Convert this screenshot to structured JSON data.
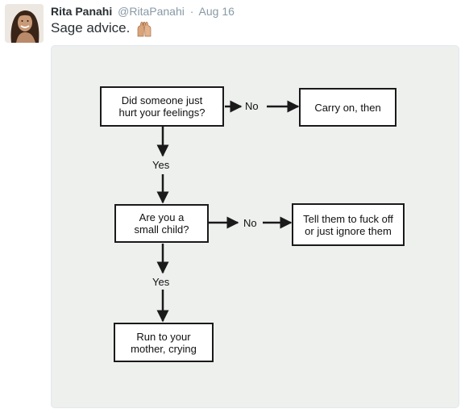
{
  "tweet": {
    "display_name": "Rita Panahi",
    "handle": "@RitaPanahi",
    "separator": "·",
    "date": "Aug 16",
    "text": "Sage advice.",
    "emoji": "raised-hands-emoji"
  },
  "flowchart": {
    "box1": {
      "line1": "Did someone just",
      "line2": "hurt your feelings?"
    },
    "no1": "No",
    "result1": "Carry on, then",
    "yes1": "Yes",
    "box2": {
      "line1": "Are you a",
      "line2": "small child?"
    },
    "no2": "No",
    "result2": {
      "line1": "Tell them to fuck off",
      "line2": "or just ignore them"
    },
    "yes2": "Yes",
    "result3": {
      "line1": "Run to your",
      "line2": "mother, crying"
    }
  },
  "colors": {
    "text": "#292f33",
    "muted": "#8899a6",
    "media_bg": "#eef0ee",
    "ink": "#1a1a1a"
  }
}
